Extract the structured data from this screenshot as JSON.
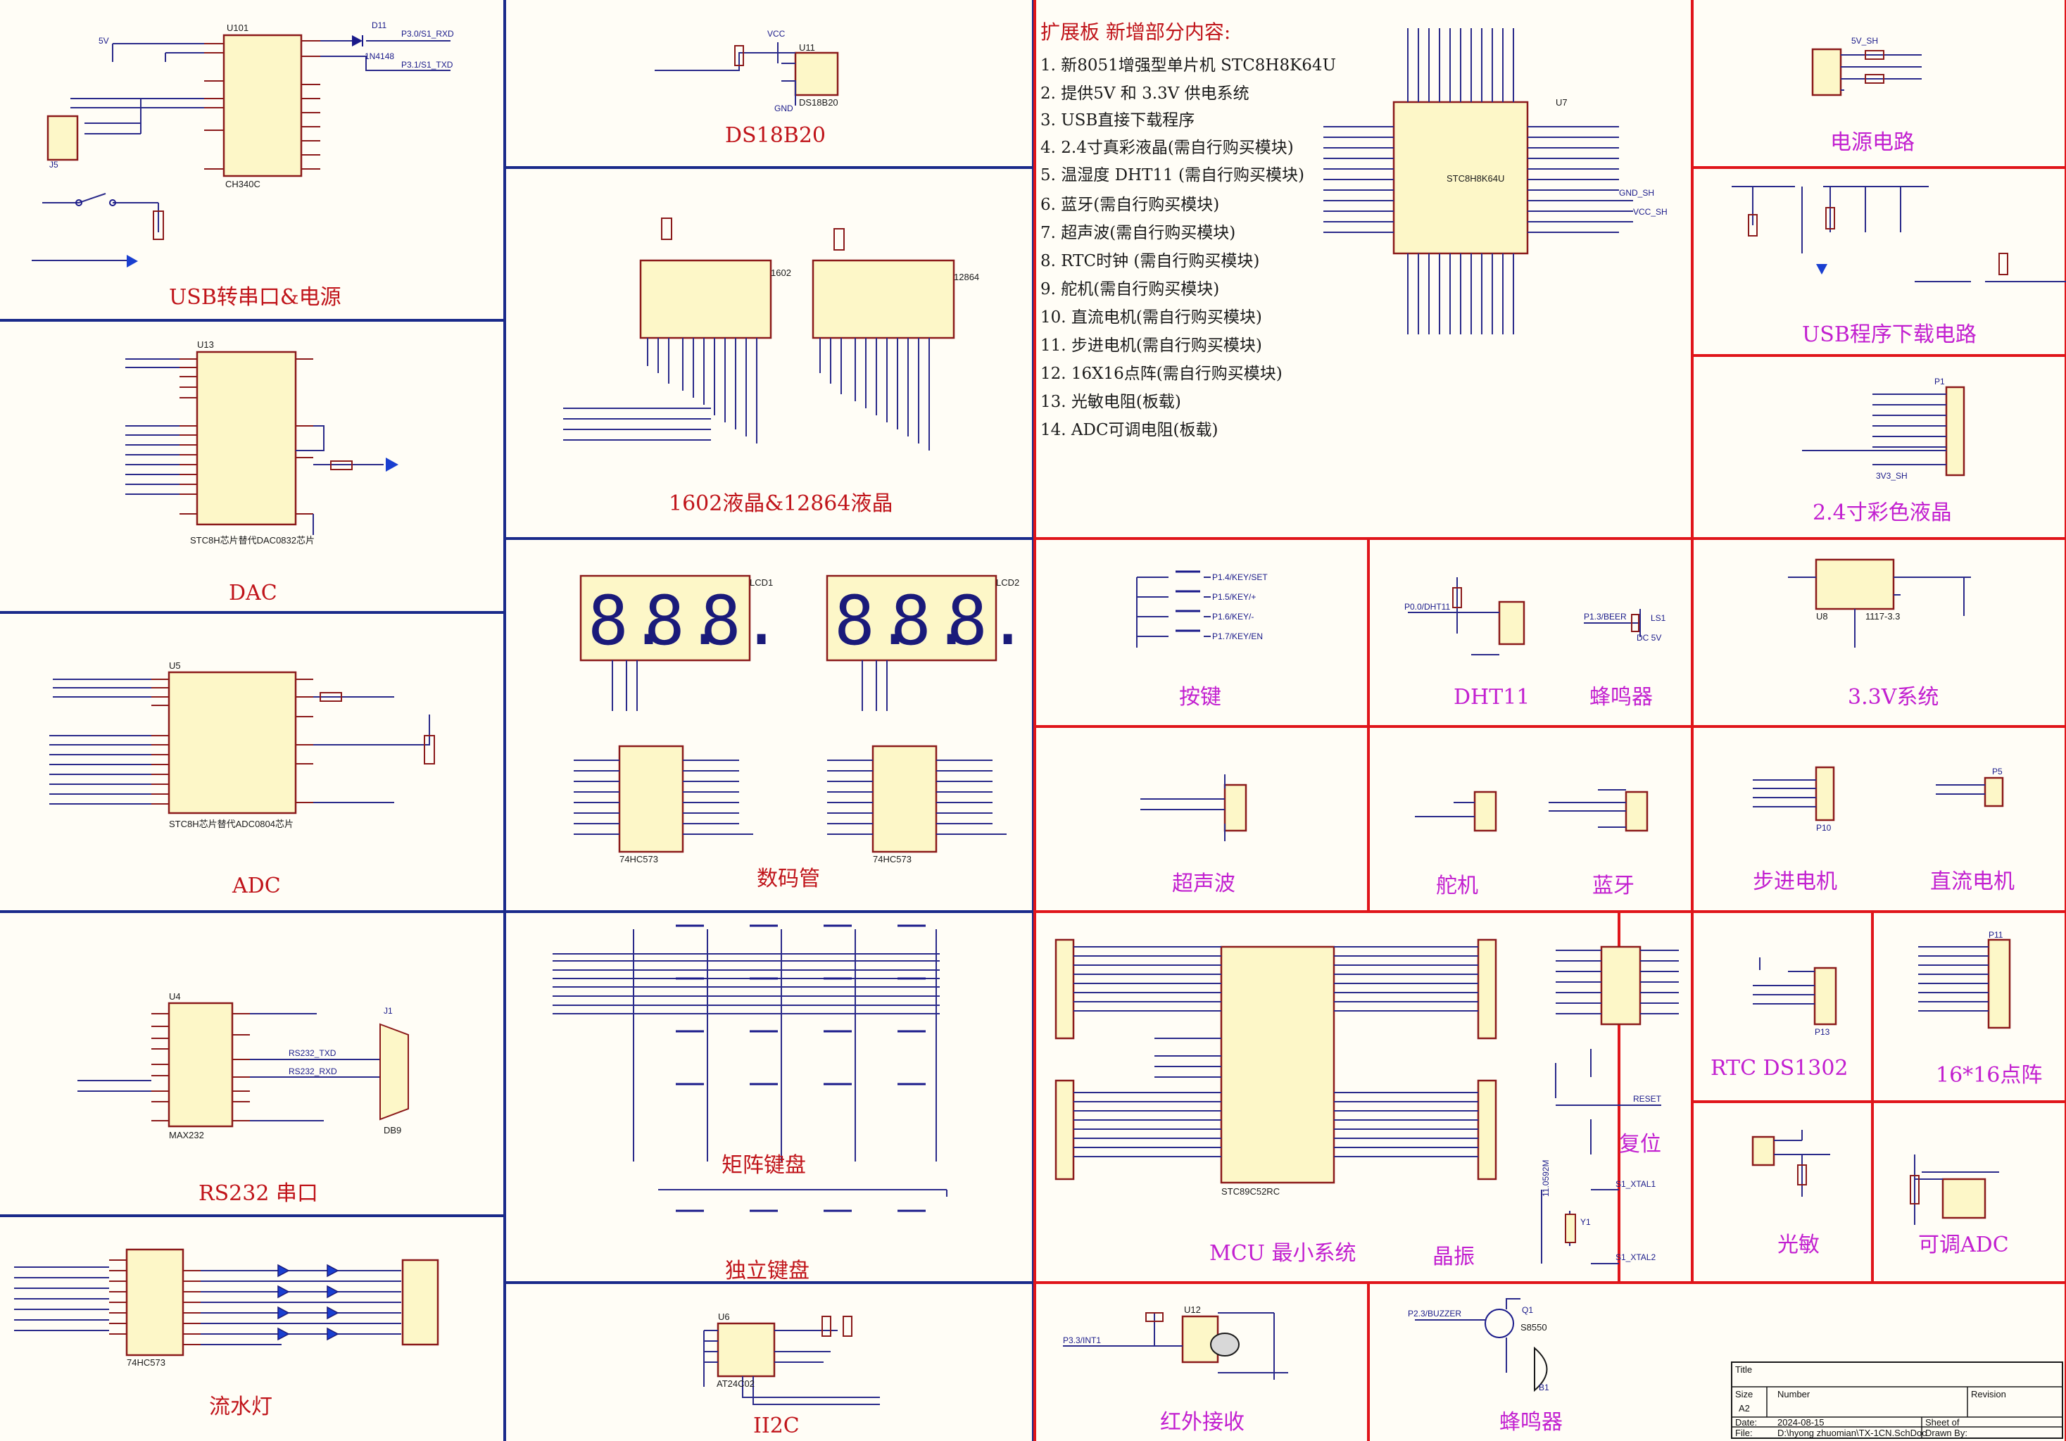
{
  "panels": {
    "usb_serial": "USB转串口&电源",
    "dac": "DAC",
    "adc": "ADC",
    "rs232": "RS232 串口",
    "flow_led": "流水灯",
    "ds18b20": "DS18B20",
    "lcd": "1602液晶&12864液晶",
    "seg7": "数码管",
    "matrix_kb": "矩阵键盘",
    "indep_kb": "独立键盘",
    "i2c": "II2C",
    "power": "电源电路",
    "usb_prog": "USB程序下载电路",
    "color_lcd": "2.4寸彩色液晶",
    "keys": "按键",
    "dht11": "DHT11",
    "buzzer_mod": "蜂鸣器",
    "v33": "3.3V系统",
    "ultrasonic": "超声波",
    "servo": "舵机",
    "bluetooth": "蓝牙",
    "stepper": "步进电机",
    "dc_motor": "直流电机",
    "mcu_min": "MCU 最小系统",
    "crystal": "晶振",
    "reset": "复位",
    "rtc": "RTC DS1302",
    "dot_matrix": "16*16点阵",
    "photo": "光敏",
    "pot_adc": "可调ADC",
    "ir": "红外接收",
    "buzzer": "蜂鸣器"
  },
  "expansion": {
    "heading": "扩展板 新增部分内容:",
    "items": [
      "1. 新8051增强型单片机 STC8H8K64U",
      "2. 提供5V 和 3.3V 供电系统",
      "3. USB直接下载程序",
      "4. 2.4寸真彩液晶(需自行购买模块)",
      "5. 温湿度 DHT11 (需自行购买模块)",
      "6. 蓝牙(需自行购买模块)",
      "7. 超声波(需自行购买模块)",
      "8. RTC时钟 (需自行购买模块)",
      "9. 舵机(需自行购买模块)",
      "10. 直流电机(需自行购买模块)",
      "11. 步进电机(需自行购买模块)",
      "12. 16X16点阵(需自行购买模块)",
      "13. 光敏电阻(板载)",
      "14. ADC可调电阻(板载)"
    ]
  },
  "chips": {
    "ch340": "CH340C",
    "u101": "U101",
    "stc8h": "STC8H8K64U",
    "u7": "U7",
    "dac_note": "STC8H芯片替代DAC0832芯片",
    "adc_note": "STC8H芯片替代ADC0804芯片",
    "u13": "U13",
    "u5": "U5",
    "max232": "MAX232",
    "u4": "U4",
    "hc573_a": "74HC573",
    "hc573_b": "74HC573",
    "hc573_c": "74HC573",
    "at24c02": "AT24C02",
    "u6": "U6",
    "stc89": "STC89C52RC",
    "ds18b20": "DS18B20",
    "u11": "U11",
    "lcd1602": "1602",
    "lcd12864": "12864",
    "ams1117": "1117-3.3",
    "u8": "U8",
    "u12": "U12",
    "s8550": "S8550",
    "db9": "DB9",
    "ldc1": "LCD1",
    "ldc2": "LCD2"
  },
  "labels": {
    "vcc": "VCC",
    "gnd": "GND",
    "gnd_sh": "GND_SH",
    "vcc_sh": "VCC_SH",
    "v5": "5V",
    "v5sh": "5V_SH",
    "v3sh": "3V3_SH",
    "txd": "P3.0/S1_RXD",
    "rxd": "P3.1/S1_TXD",
    "dht": "P0.0/DHT11",
    "beer": "P1.3/BEER",
    "buzzer_net": "P2.3/BUZZER",
    "ir_net": "P3.3/INT1",
    "rs232_txd": "RS232_TXD",
    "rs232_rxd": "RS232_RXD",
    "xtal1": "S1_XTAL1",
    "xtal2": "S1_XTAL2",
    "reset": "RESET",
    "key_set": "P1.4/KEY/SET",
    "key_plus": "P1.5/KEY/+",
    "key_minus": "P1.6/KEY/-",
    "key_en": "P1.7/KEY/EN",
    "d11": "D11",
    "d11v": "1N4148",
    "freq": "11.0592M",
    "y1": "Y1",
    "dc5v": "DC 5V",
    "ls1": "LS1",
    "p5": "P5",
    "p1": "P1",
    "p11": "P11",
    "p10": "P10",
    "p13": "P13",
    "j5": "J5",
    "j1": "J1",
    "b1": "B1",
    "q1": "Q1"
  },
  "title_block": {
    "title": "Title",
    "size": "Size",
    "size_val": "A2",
    "number": "Number",
    "revision": "Revision",
    "date": "Date:",
    "date_val": "2024-08-15",
    "file": "File:",
    "file_val": "D:\\hyong zhuomian\\TX-1CN.SchDoc",
    "sheet": "Sheet of",
    "drawn": "Drawn By:"
  },
  "colors": {
    "blue_divider": "#1a2a8a",
    "red_divider": "#e0151a",
    "title_red": "#c0141a",
    "title_magenta": "#c21fd0",
    "chip_fill": "#fdf7c8"
  }
}
